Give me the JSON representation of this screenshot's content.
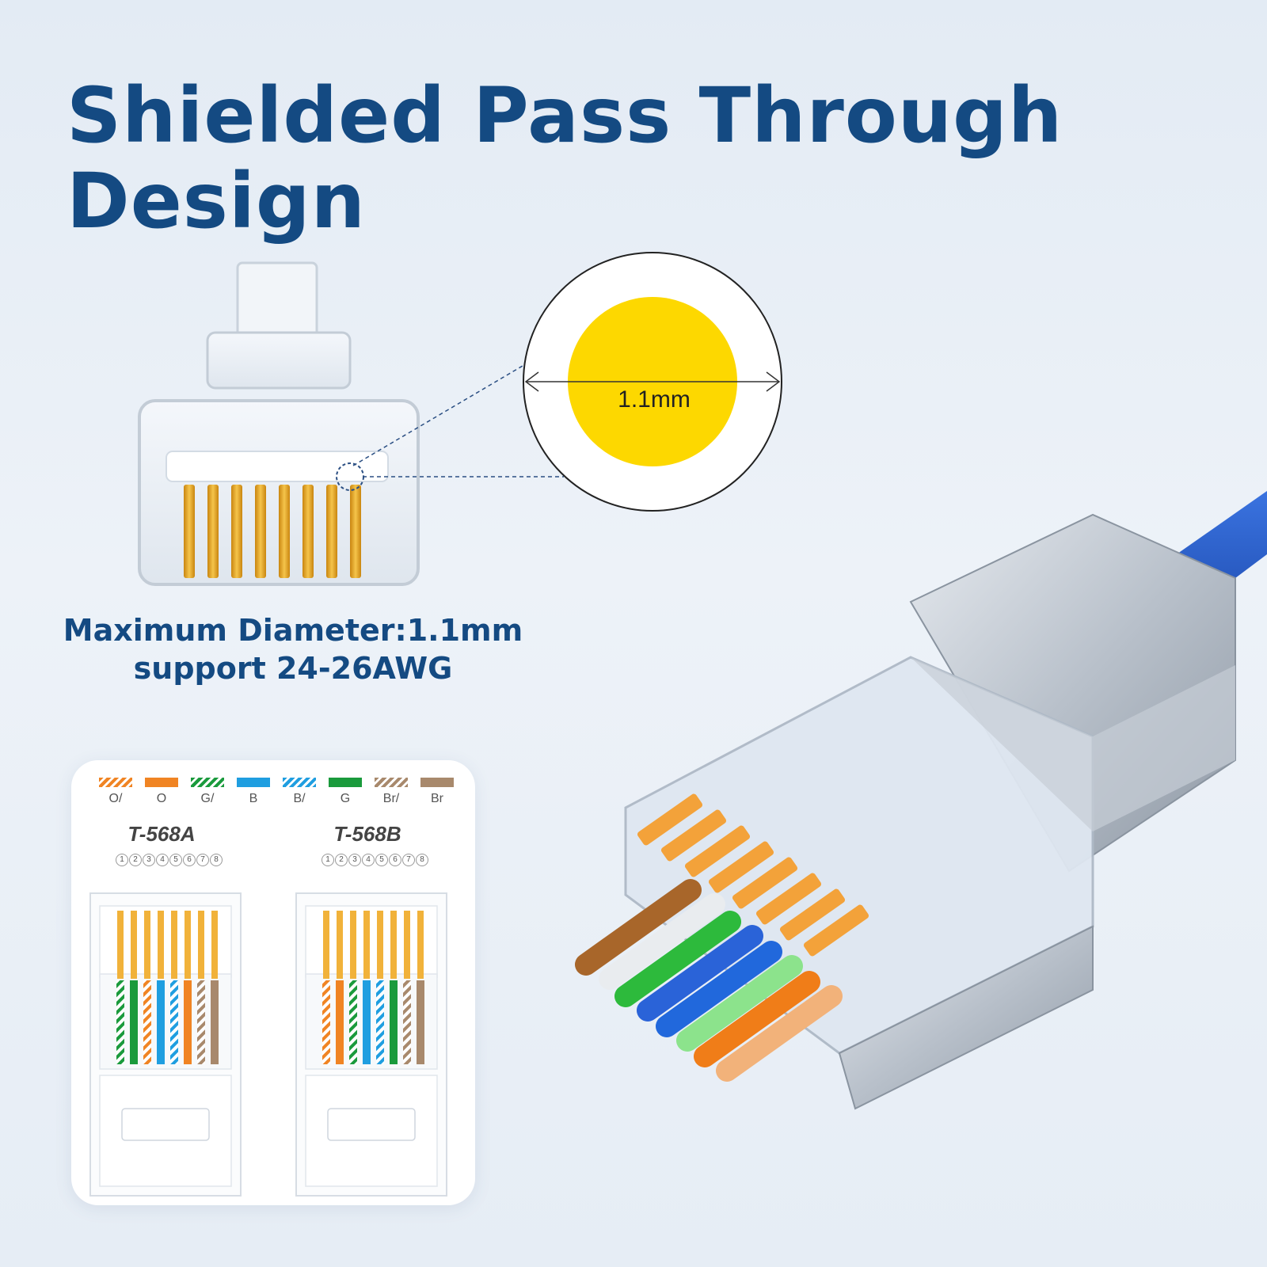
{
  "title": {
    "line1": "Shielded Pass Through",
    "line2": "Design"
  },
  "magnifier": {
    "label": "1.1mm",
    "dot_color": "#fdd800"
  },
  "caption": {
    "line1": "Maximum Diameter:1.1mm",
    "line2": "support 24-26AWG"
  },
  "wiring": {
    "legend": [
      {
        "label": "O/",
        "color": "#f08423",
        "striped": true
      },
      {
        "label": "O",
        "color": "#f08423",
        "striped": false
      },
      {
        "label": "G/",
        "color": "#1a9a3c",
        "striped": true
      },
      {
        "label": "B",
        "color": "#1f9ee0",
        "striped": false
      },
      {
        "label": "B/",
        "color": "#1f9ee0",
        "striped": true
      },
      {
        "label": "G",
        "color": "#1a9a3c",
        "striped": false
      },
      {
        "label": "Br/",
        "color": "#a8896c",
        "striped": true
      },
      {
        "label": "Br",
        "color": "#a8896c",
        "striped": false
      }
    ],
    "pins": [
      "1",
      "2",
      "3",
      "4",
      "5",
      "6",
      "7",
      "8"
    ],
    "standards": [
      {
        "name": "T-568A",
        "order": [
          "G/",
          "G",
          "O/",
          "B",
          "B/",
          "O",
          "Br/",
          "Br"
        ]
      },
      {
        "name": "T-568B",
        "order": [
          "O/",
          "O",
          "G/",
          "B",
          "B/",
          "G",
          "Br/",
          "Br"
        ]
      }
    ]
  },
  "colors": {
    "title": "#144a82",
    "cable": "#2257c6",
    "shield": "#b9c0c9",
    "contact_gold": "#e8a21c"
  }
}
